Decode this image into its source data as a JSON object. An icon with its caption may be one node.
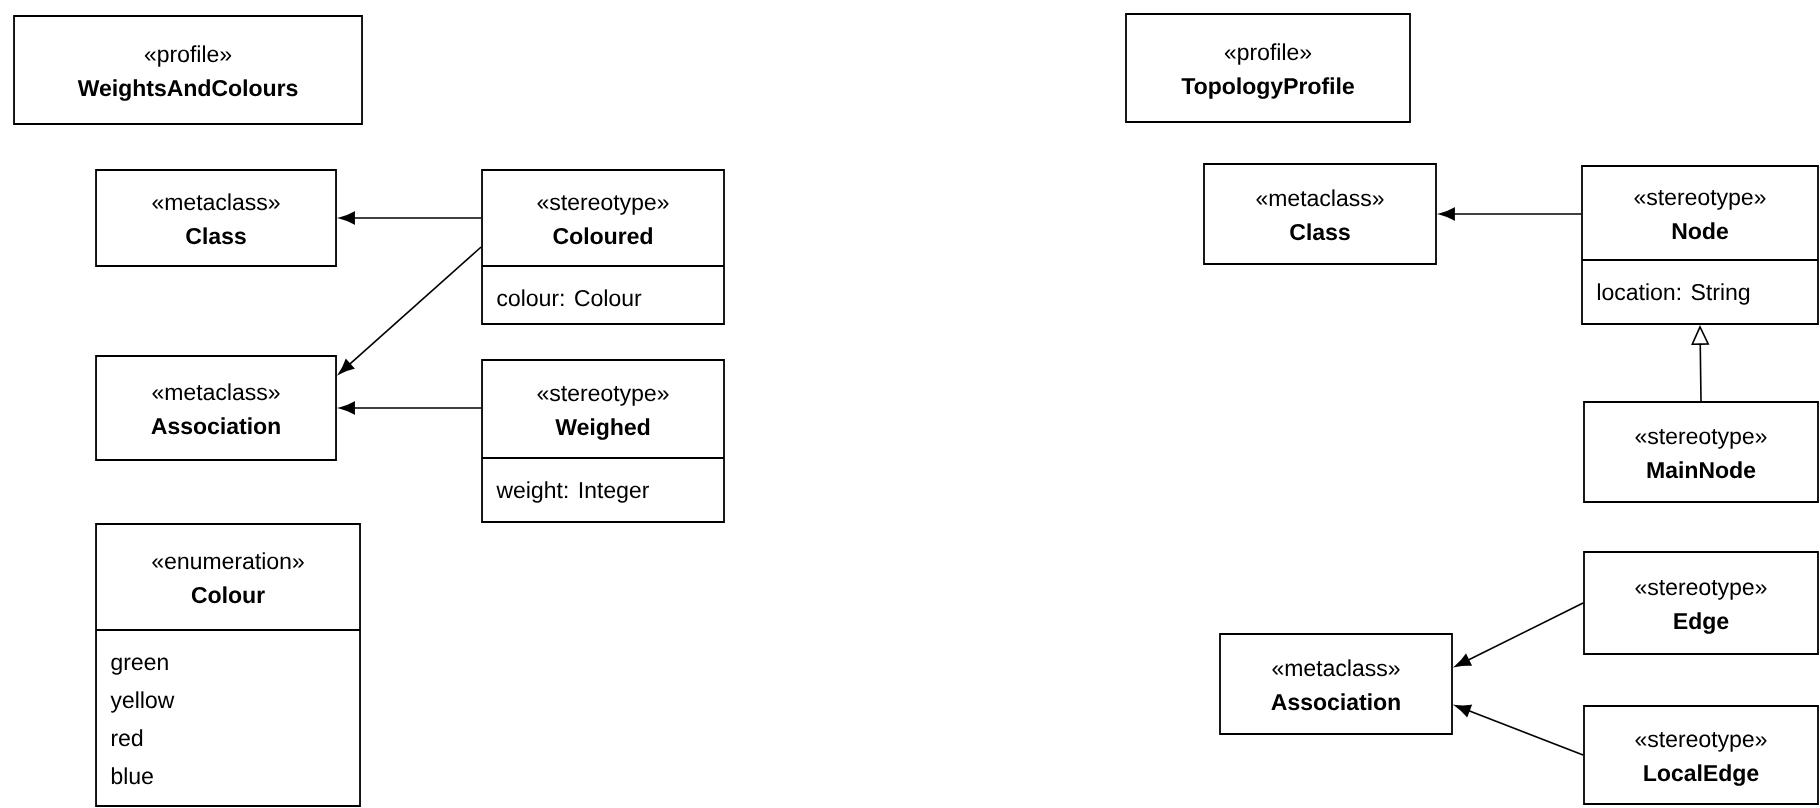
{
  "diagram": {
    "nodes": [
      {
        "text": [
          "«profile»",
          "WeightsAndColours"
        ]
      },
      {
        "text": [
          "«metaclass»",
          "Class"
        ]
      },
      {
        "text": [
          "«stereotype»",
          "Coloured",
          "colour: Colour"
        ]
      },
      {
        "text": [
          "«metaclass»",
          "Association"
        ]
      },
      {
        "text": [
          "«stereotype»",
          "Weighed",
          "weight: Integer"
        ]
      },
      {
        "text": [
          "«enumeration»",
          "Colour",
          "green",
          "yellow",
          "red",
          "blue"
        ]
      },
      {
        "text": [
          "«profile»",
          "TopologyProfile"
        ]
      },
      {
        "text": [
          "«metaclass»",
          "Class"
        ]
      },
      {
        "text": [
          "«stereotype»",
          "Node",
          "location: String"
        ]
      },
      {
        "text": [
          "«stereotype»",
          "MainNode"
        ]
      },
      {
        "text": [
          "«stereotype»",
          "Edge"
        ]
      },
      {
        "text": [
          "«metaclass»",
          "Association"
        ]
      },
      {
        "text": [
          "«stereotype»",
          "LocalEdge"
        ]
      }
    ],
    "edges": [
      {
        "from": 2,
        "to": 1,
        "arrow": "to"
      },
      {
        "from": 2,
        "to": 3,
        "arrow": "to"
      },
      {
        "from": 4,
        "to": 3,
        "arrow": "to"
      },
      {
        "from": 8,
        "to": 7,
        "arrow": "to"
      },
      {
        "from": 9,
        "to": 8,
        "arrow": "to"
      },
      {
        "from": 10,
        "to": 11,
        "arrow": "to"
      },
      {
        "from": 12,
        "to": 11,
        "arrow": "to"
      }
    ]
  }
}
